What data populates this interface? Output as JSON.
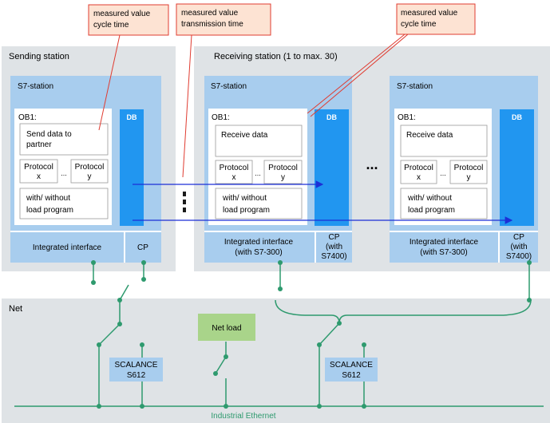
{
  "callouts": {
    "left": {
      "line1": "measured value",
      "line2": "cycle time"
    },
    "middle": {
      "line1": "measured value",
      "line2": "transmission time"
    },
    "right": {
      "line1": "measured value",
      "line2": "cycle time"
    }
  },
  "sending": {
    "title": "Sending station",
    "s7_label": "S7-station",
    "ob1_label": "OB1:",
    "send_line1": "Send data to",
    "send_line2": "partner",
    "protocol_x_line1": "Protocol",
    "protocol_x_line2": "x",
    "dots": "...",
    "protocol_y_line1": "Protocol",
    "protocol_y_line2": "y",
    "load_line1": "with/ without",
    "load_line2": "load program",
    "db_label": "DB",
    "interface_label": "Integrated interface",
    "cp_label": "CP"
  },
  "receiving": {
    "title": "Receiving station (1 to max. 30)",
    "ellipsis": "...",
    "stations": [
      {
        "s7_label": "S7-station",
        "ob1_label": "OB1:",
        "receive_label": "Receive data",
        "protocol_x_line1": "Protocol",
        "protocol_x_line2": "x",
        "dots": "...",
        "protocol_y_line1": "Protocol",
        "protocol_y_line2": "y",
        "load_line1": "with/ without",
        "load_line2": "load program",
        "db_label": "DB",
        "interface_line1": "Integrated interface",
        "interface_line2": "(with S7-300)",
        "cp_line1": "CP",
        "cp_line2": "(with",
        "cp_line3": "S7400)"
      },
      {
        "s7_label": "S7-station",
        "ob1_label": "OB1:",
        "receive_label": "Receive data",
        "protocol_x_line1": "Protocol",
        "protocol_x_line2": "x",
        "dots": "...",
        "protocol_y_line1": "Protocol",
        "protocol_y_line2": "y",
        "load_line1": "with/ without",
        "load_line2": "load program",
        "db_label": "DB",
        "interface_line1": "Integrated interface",
        "interface_line2": "(with S7-300)",
        "cp_line1": "CP",
        "cp_line2": "(with",
        "cp_line3": "S7400)"
      }
    ]
  },
  "net": {
    "title": "Net",
    "net_load_label": "Net load",
    "scalance_left_line1": "SCALANCE",
    "scalance_left_line2": "S612",
    "scalance_right_line1": "SCALANCE",
    "scalance_right_line2": "S612",
    "bus_label": "Industrial Ethernet"
  },
  "colors": {
    "panel_gray": "#dfe3e6",
    "station_blue": "#a8cdee",
    "db_blue": "#2196f0",
    "callout_fill": "#fde3d3",
    "callout_border": "#e03c31",
    "net_green": "#2e9a6e",
    "net_load_fill": "#a9d48a",
    "arrow_blue": "#1c2fd6"
  }
}
